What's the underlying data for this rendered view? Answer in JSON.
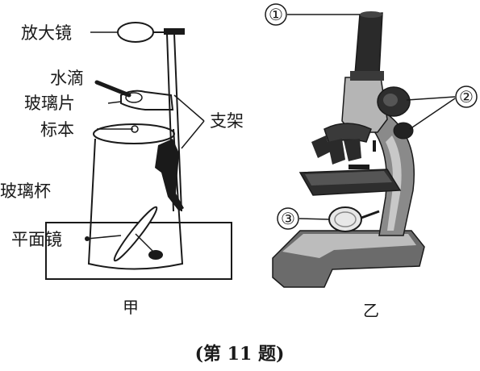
{
  "left_figure": {
    "labels": {
      "magnifier": "放大镜",
      "water_drop": "水滴",
      "glass_slide": "玻璃片",
      "specimen": "标本",
      "glass_cup": "玻璃杯",
      "plane_mirror": "平面镜",
      "support": "支架"
    },
    "caption": "甲"
  },
  "right_figure": {
    "markers": [
      "①",
      "②",
      "③"
    ],
    "caption": "乙"
  },
  "figure_caption": "(第 11 题)"
}
